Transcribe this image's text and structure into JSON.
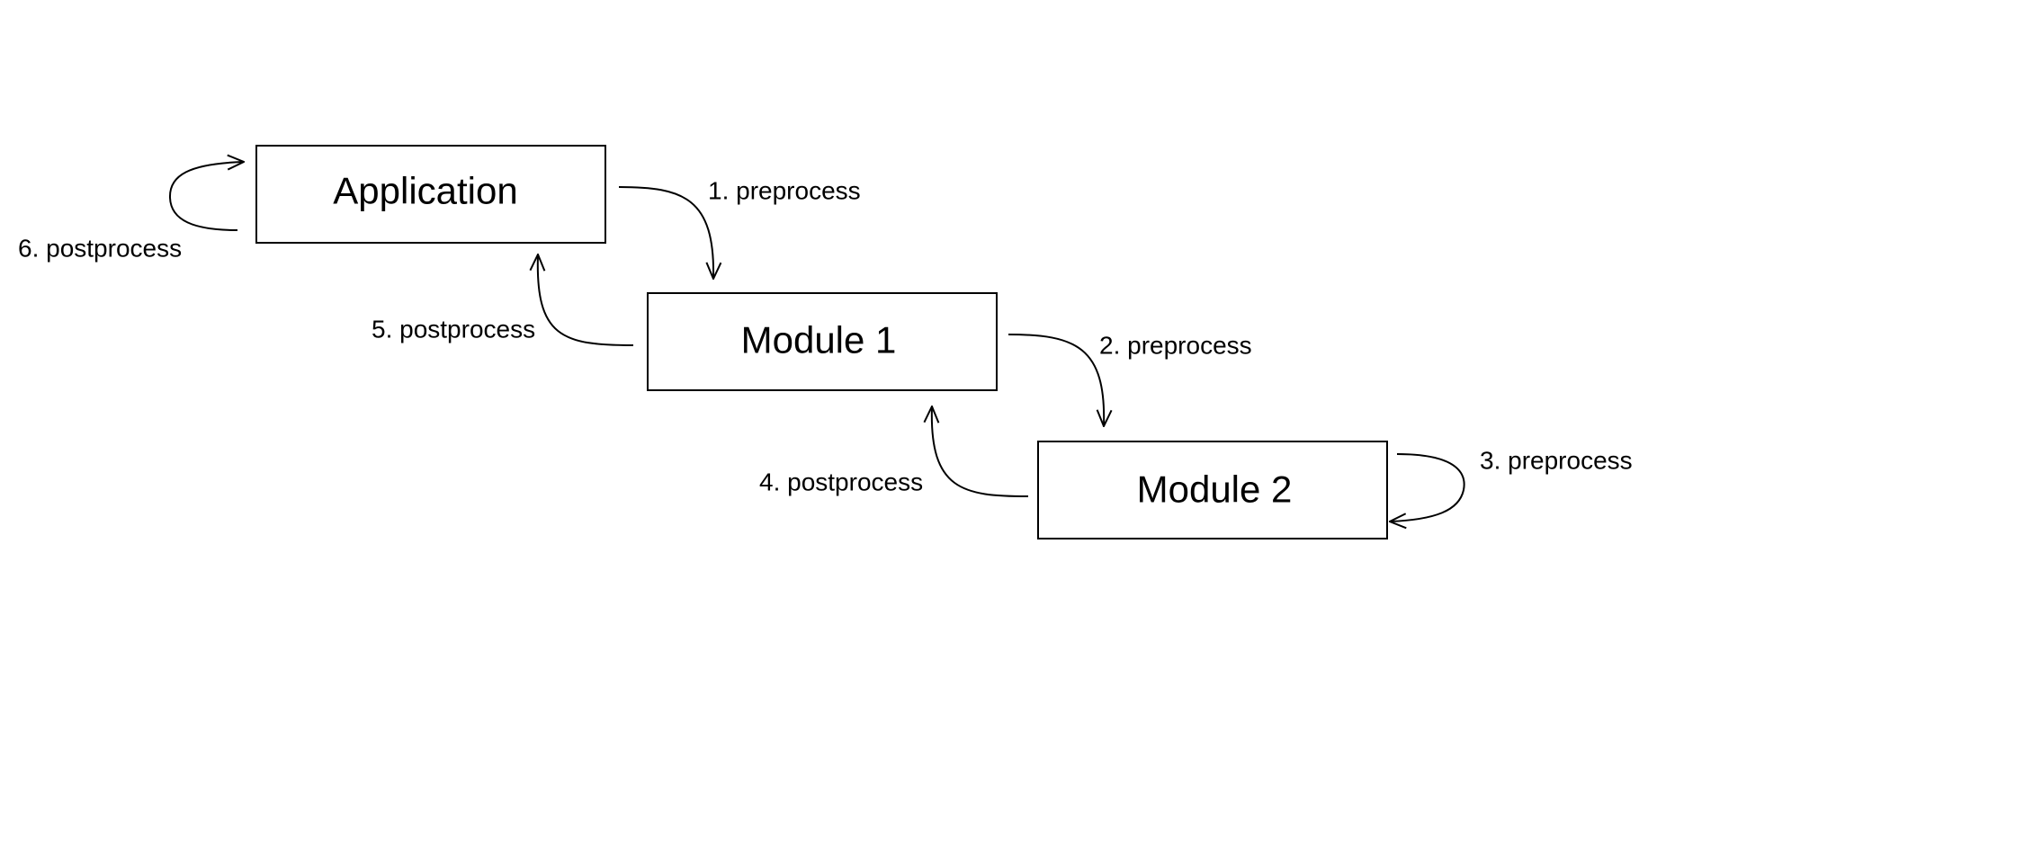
{
  "nodes": {
    "application": "Application",
    "module1": "Module 1",
    "module2": "Module 2"
  },
  "edges": {
    "pre1": "1. preprocess",
    "pre2": "2. preprocess",
    "pre3": "3. preprocess",
    "post4": "4. postprocess",
    "post5": "5. postprocess",
    "post6": "6. postprocess"
  },
  "colors": {
    "stroke": "#000000",
    "background": "#ffffff"
  }
}
